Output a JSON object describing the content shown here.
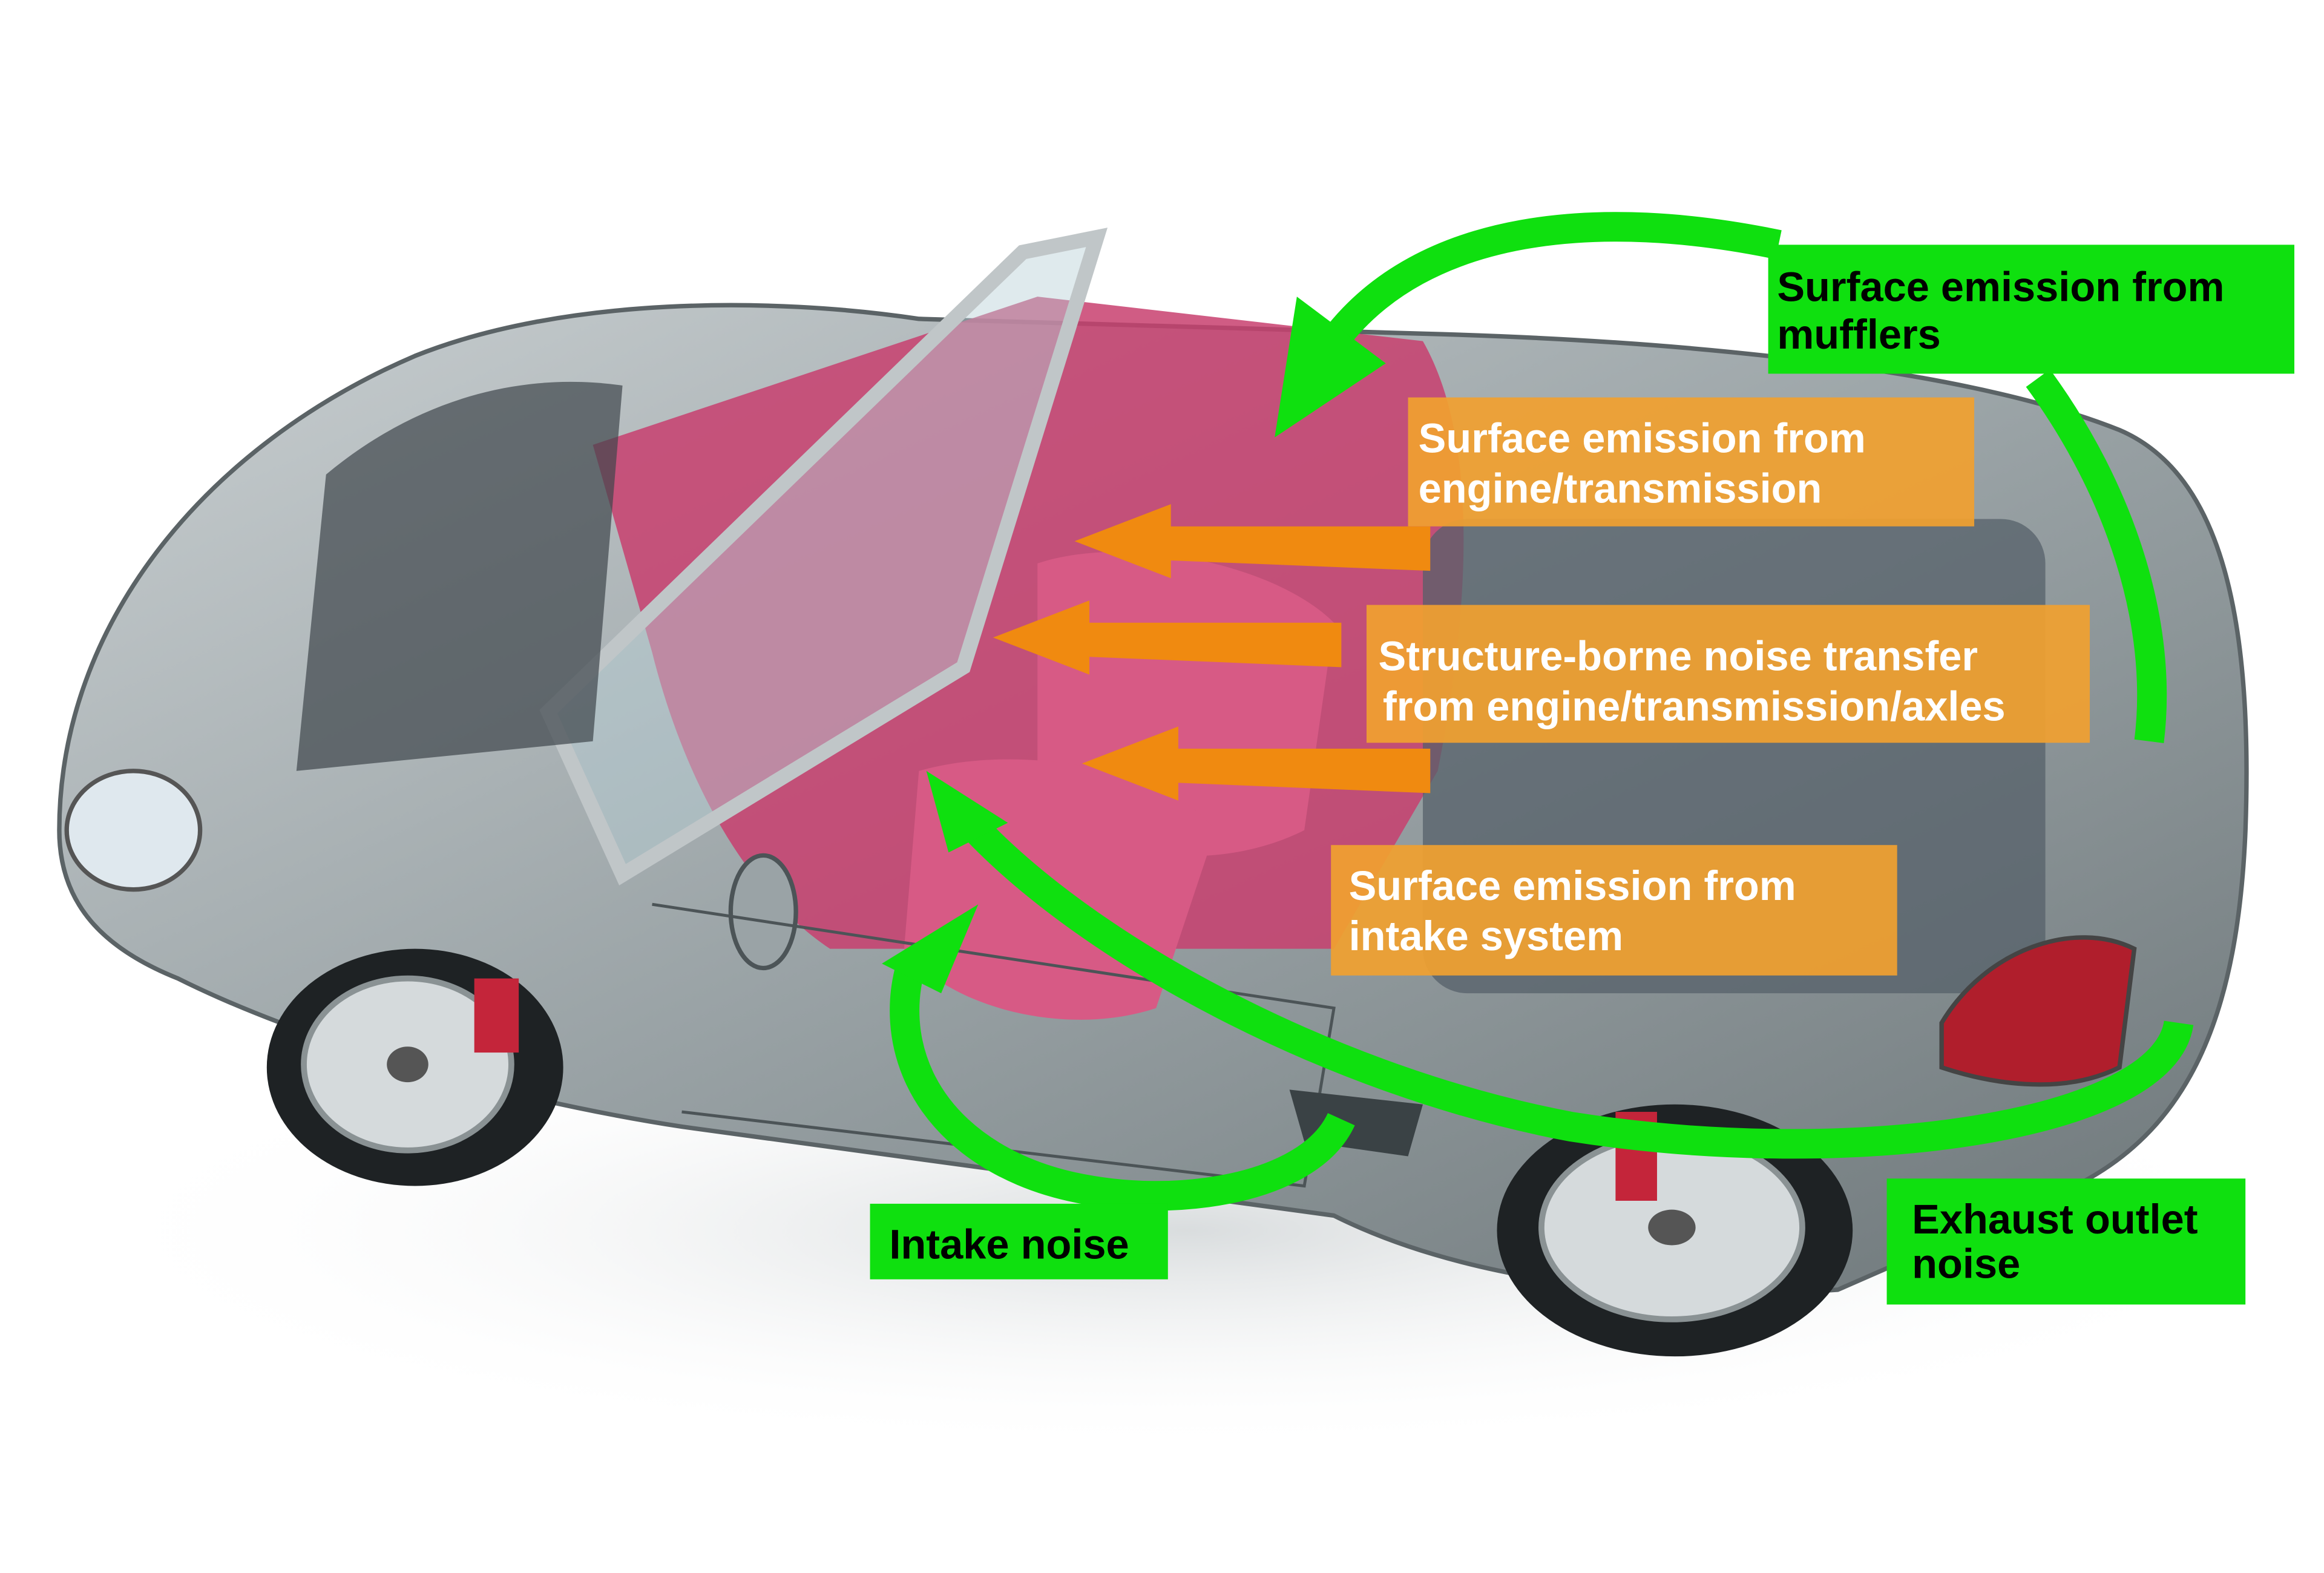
{
  "labels": {
    "mufflers": {
      "line1": "Surface emission from",
      "line2": "mufflers"
    },
    "engine": {
      "line1": "Surface emission from",
      "line2": "engine/transmission"
    },
    "structure": {
      "line1": "Structure-borne noise transfer",
      "line2": "from engine/transmission/axles"
    },
    "intake_system": {
      "line1": "Surface emission from",
      "line2": "intake system"
    },
    "intake_noise": {
      "line1": "Intake noise"
    },
    "exhaust": {
      "line1": "Exhaust outlet",
      "line2": "noise"
    }
  },
  "colors": {
    "green": "#0fe00f",
    "orange": "#f08a10",
    "orange_box": "#f0a030",
    "body": "#9aa3a6",
    "interior": "#c8406e"
  }
}
